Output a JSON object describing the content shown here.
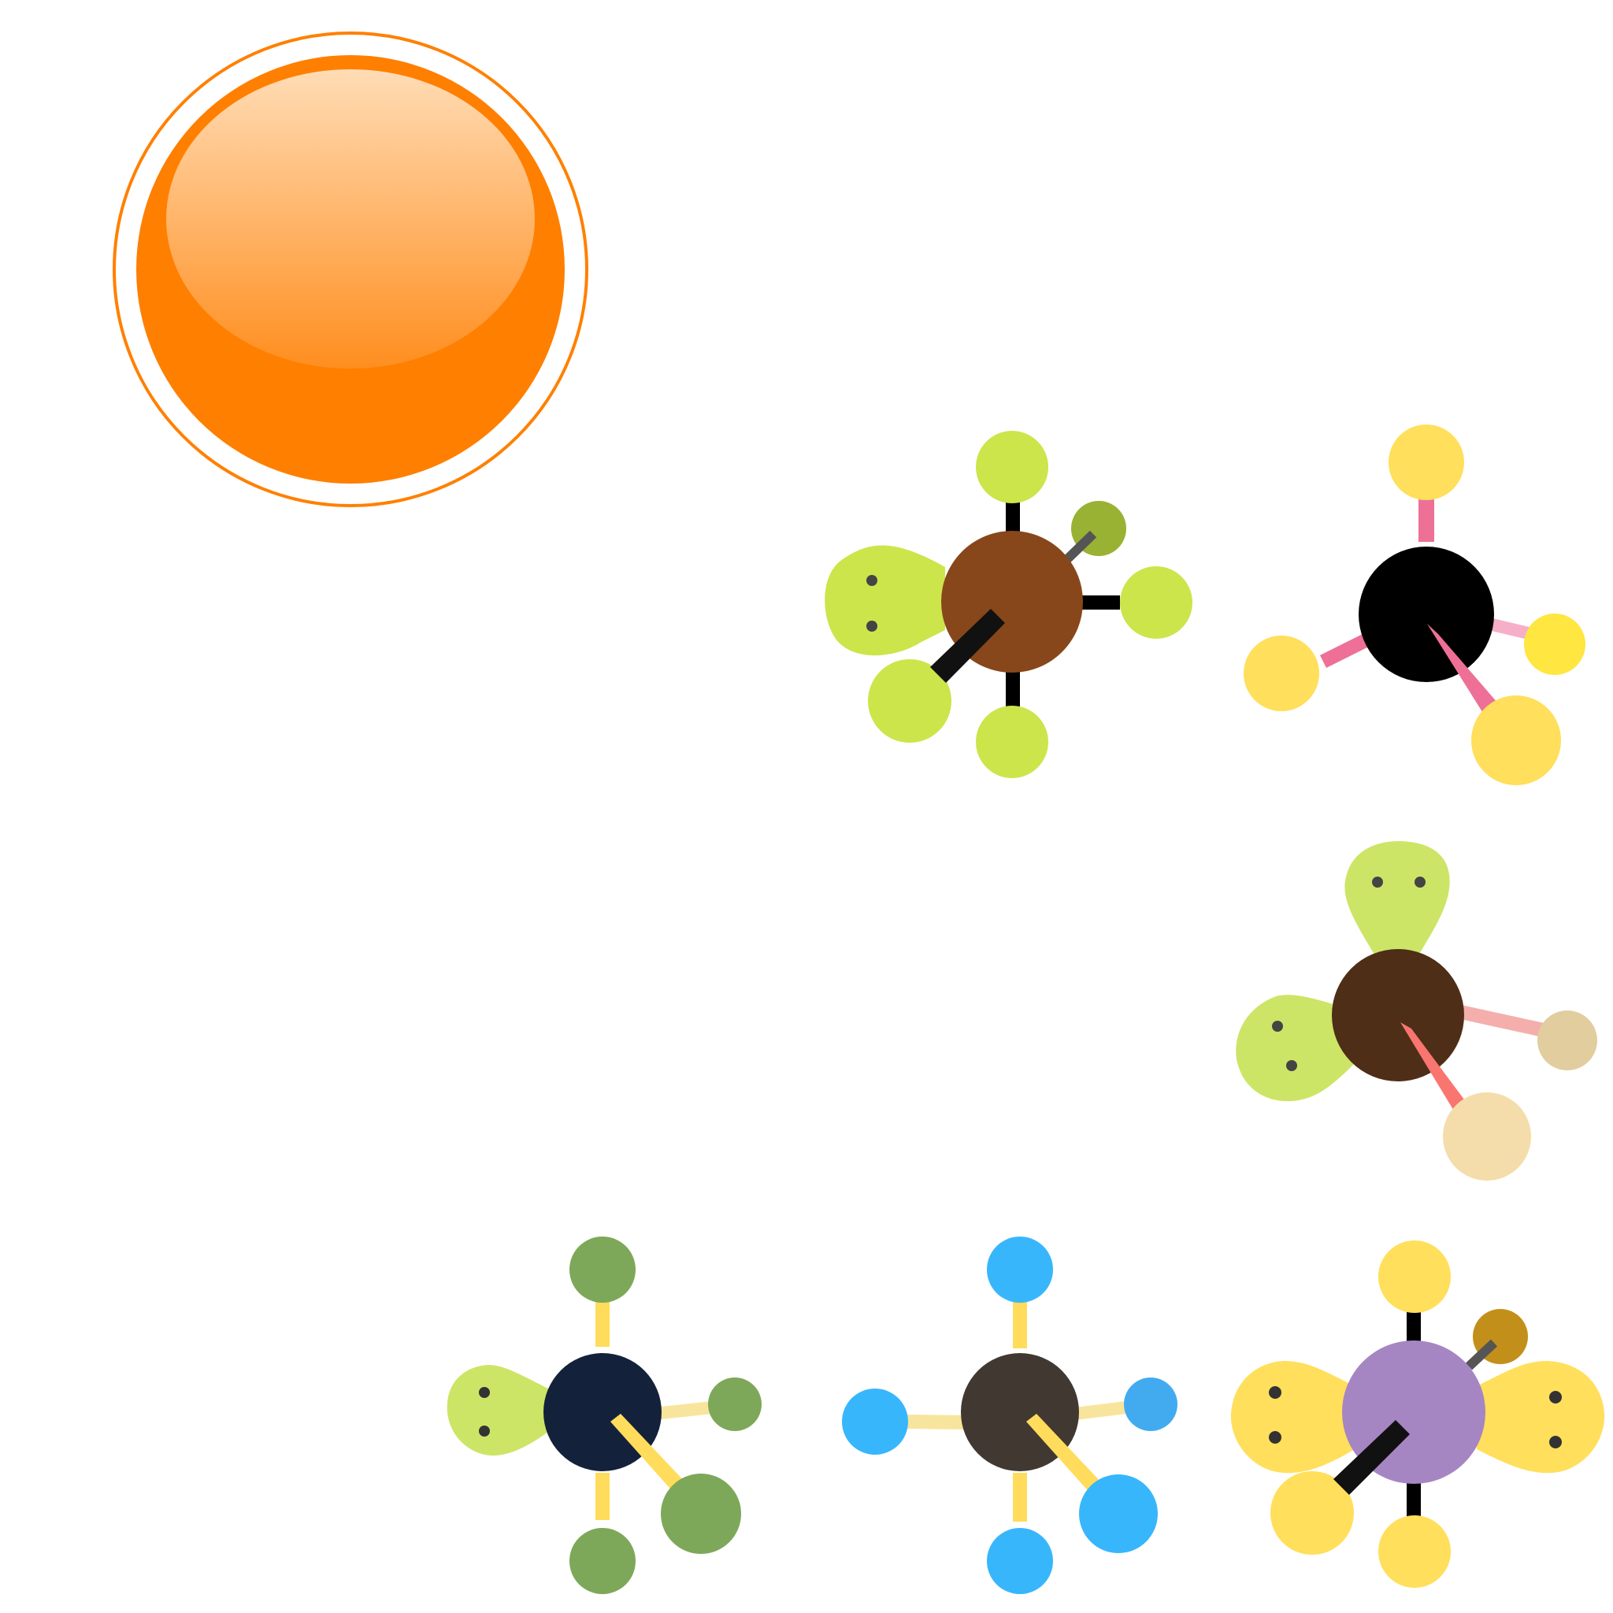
{
  "button": {
    "icon": "glossy-orange-circle-button",
    "color": "#ff7f00",
    "ring": "#ff8000",
    "highlight_top": "#ffdcb5",
    "highlight_bottom": "#ff8e1f"
  },
  "molecules": [
    {
      "id": "seesaw-brown",
      "center_color": "#88471a",
      "ligand_color": "#cce54b",
      "small_ligand_color": "#99b233",
      "bond_color": "#000000",
      "wedge_color": "#111111",
      "lone_pairs": 2
    },
    {
      "id": "trigonal-pyramidal-black",
      "center_color": "#000000",
      "ligand_color": "#ffdf5b",
      "small_ligand_color": "#ffe640",
      "bond_color": "#ee7096",
      "back_bond_color": "#f7afc9",
      "lone_pairs": 0
    },
    {
      "id": "bent-brown",
      "center_color": "#4e2e17",
      "ligand_color": "#f4ddaa",
      "small_ligand_color": "#e2cd9f",
      "lobe_color": "#cce566",
      "bond_color": "#f9756f",
      "back_bond_color": "#f4afad",
      "lone_pairs": 2
    },
    {
      "id": "seesaw-navy",
      "center_color": "#13223a",
      "ligand_color": "#7da859",
      "lobe_color": "#cce566",
      "bond_color": "#ffdc5b",
      "back_bond_color": "#f8e59d",
      "lone_pairs": 1
    },
    {
      "id": "tetrahedral-dark",
      "center_color": "#413831",
      "ligand_color": "#38b6fc",
      "small_ligand_color": "#42abf0",
      "bond_color": "#ffdc5b",
      "back_bond_color": "#f8e59d",
      "lone_pairs": 0
    },
    {
      "id": "square-pyramidal-purple",
      "center_color": "#a686c2",
      "ligand_color": "#ffdf5b",
      "small_ligand_color": "#c38f1b",
      "lobe_color": "#ffdf5b",
      "bond_color": "#000000",
      "lone_pairs": 2
    }
  ]
}
